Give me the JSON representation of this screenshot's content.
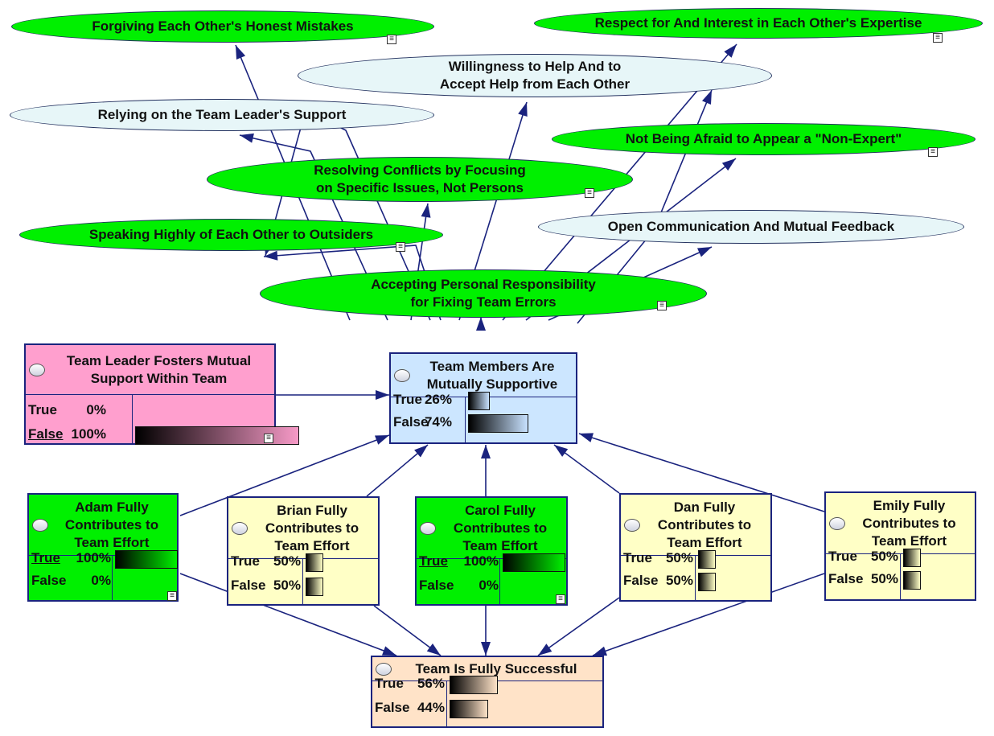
{
  "outcomes": [
    {
      "id": "forgiving",
      "label": "Forgiving Each Other's Honest Mistakes",
      "collapsible": true,
      "style": "green"
    },
    {
      "id": "respect",
      "label": "Respect for And Interest in Each Other's Expertise",
      "collapsible": true,
      "style": "green"
    },
    {
      "id": "willingness",
      "label": "Willingness to Help And to Accept Help from Each Other",
      "lines": [
        "Willingness to Help And to",
        "Accept Help from Each Other"
      ],
      "collapsible": false,
      "style": "pale"
    },
    {
      "id": "relying",
      "label": "Relying on the Team Leader's Support",
      "collapsible": false,
      "style": "pale"
    },
    {
      "id": "notafraid",
      "label": "Not Being Afraid to Appear a \"Non-Expert\"",
      "collapsible": true,
      "style": "green"
    },
    {
      "id": "resolving",
      "label": "Resolving Conflicts by Focusing on Specific Issues, Not Persons",
      "lines": [
        "Resolving Conflicts by Focusing",
        "on Specific Issues, Not Persons"
      ],
      "collapsible": true,
      "style": "green"
    },
    {
      "id": "speaking",
      "label": "Speaking Highly of Each Other to Outsiders",
      "collapsible": true,
      "style": "green"
    },
    {
      "id": "opencomm",
      "label": "Open Communication And Mutual Feedback",
      "collapsible": false,
      "style": "pale"
    },
    {
      "id": "accepting",
      "label": "Accepting Personal Responsibility for Fixing Team Errors",
      "lines": [
        "Accepting Personal Responsibility",
        "for Fixing Team Errors"
      ],
      "collapsible": true,
      "style": "green"
    }
  ],
  "nodes": [
    {
      "id": "leader",
      "lines": [
        "Team Leader Fosters Mutual",
        "Support Within Team"
      ],
      "bg": "#ff9fce",
      "collapsible": true,
      "grad": [
        "#000000",
        "#f79ac7"
      ],
      "states": [
        {
          "name": "True",
          "pct": "0%",
          "value": 0,
          "underline": false
        },
        {
          "name": "False",
          "pct": "100%",
          "value": 100,
          "underline": true
        }
      ]
    },
    {
      "id": "mutual",
      "lines": [
        "Team Members Are",
        "Mutually Supportive"
      ],
      "bg": "#cce6ff",
      "collapsible": false,
      "grad": [
        "#000000",
        "#c8e2ff"
      ],
      "states": [
        {
          "name": "True",
          "pct": "26%",
          "value": 26,
          "underline": false
        },
        {
          "name": "False",
          "pct": "74%",
          "value": 74,
          "underline": false
        }
      ]
    },
    {
      "id": "adam",
      "lines": [
        "Adam Fully",
        "Contributes to",
        "Team Effort"
      ],
      "bg": "#00f000",
      "collapsible": true,
      "grad": [
        "#000000",
        "#00f000"
      ],
      "states": [
        {
          "name": "True",
          "pct": "100%",
          "value": 100,
          "underline": true
        },
        {
          "name": "False",
          "pct": "0%",
          "value": 0,
          "underline": false
        }
      ]
    },
    {
      "id": "brian",
      "lines": [
        "Brian Fully",
        "Contributes to",
        "Team Effort"
      ],
      "bg": "#ffffc6",
      "collapsible": false,
      "grad": [
        "#000000",
        "#ffffc6"
      ],
      "states": [
        {
          "name": "True",
          "pct": "50%",
          "value": 50,
          "underline": false
        },
        {
          "name": "False",
          "pct": "50%",
          "value": 50,
          "underline": false
        }
      ]
    },
    {
      "id": "carol",
      "lines": [
        "Carol Fully",
        "Contributes to",
        "Team Effort"
      ],
      "bg": "#00f000",
      "collapsible": true,
      "grad": [
        "#000000",
        "#00f000"
      ],
      "states": [
        {
          "name": "True",
          "pct": "100%",
          "value": 100,
          "underline": true
        },
        {
          "name": "False",
          "pct": "0%",
          "value": 0,
          "underline": false
        }
      ]
    },
    {
      "id": "dan",
      "lines": [
        "Dan Fully",
        "Contributes to",
        "Team Effort"
      ],
      "bg": "#ffffc6",
      "collapsible": false,
      "grad": [
        "#000000",
        "#ffffc6"
      ],
      "states": [
        {
          "name": "True",
          "pct": "50%",
          "value": 50,
          "underline": false
        },
        {
          "name": "False",
          "pct": "50%",
          "value": 50,
          "underline": false
        }
      ]
    },
    {
      "id": "emily",
      "lines": [
        "Emily Fully",
        "Contributes to",
        "Team Effort"
      ],
      "bg": "#ffffc6",
      "collapsible": false,
      "grad": [
        "#000000",
        "#ffffc6"
      ],
      "states": [
        {
          "name": "True",
          "pct": "50%",
          "value": 50,
          "underline": false
        },
        {
          "name": "False",
          "pct": "50%",
          "value": 50,
          "underline": false
        }
      ]
    },
    {
      "id": "success",
      "lines": [
        "Team Is Fully Successful"
      ],
      "bg": "#ffe3c8",
      "collapsible": false,
      "grad": [
        "#000000",
        "#ffe3c8"
      ],
      "states": [
        {
          "name": "True",
          "pct": "56%",
          "value": 56,
          "underline": false
        },
        {
          "name": "False",
          "pct": "44%",
          "value": 44,
          "underline": false
        }
      ]
    }
  ],
  "colors": {
    "link": "#1a237e",
    "green": "#00f000",
    "pale": "#e7f6f8"
  }
}
